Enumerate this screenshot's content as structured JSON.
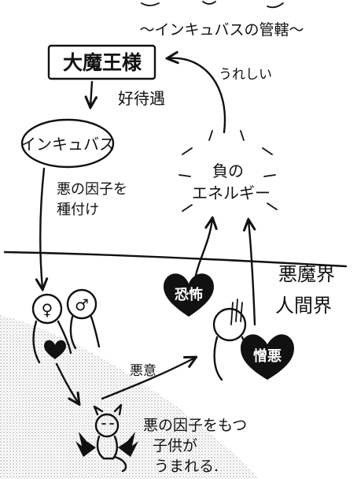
{
  "header": {
    "title": "〜インキュバスの管轄〜"
  },
  "nodes": {
    "demon_king": "大魔王様",
    "incubus": "インキュバス",
    "negative_energy_line1": "負の",
    "negative_energy_line2": "エネルギー",
    "fear": "恐怖",
    "hatred": "憎悪"
  },
  "edges": {
    "happy": "うれしい",
    "favorable_treatment": "好待遇",
    "seed_line1": "悪の因子を",
    "seed_line2": "種付け",
    "malice": "悪意"
  },
  "worlds": {
    "demon_world": "悪魔界",
    "human_world": "人間界"
  },
  "figures": {
    "female_symbol": "♀",
    "male_symbol": "♂"
  },
  "outcome": {
    "line1": "悪の因子をもつ",
    "line2": "子供が",
    "line3": "うまれる."
  },
  "colors": {
    "ink": "#111111",
    "paper": "#ffffff",
    "screentone": "#9a9a9a"
  }
}
